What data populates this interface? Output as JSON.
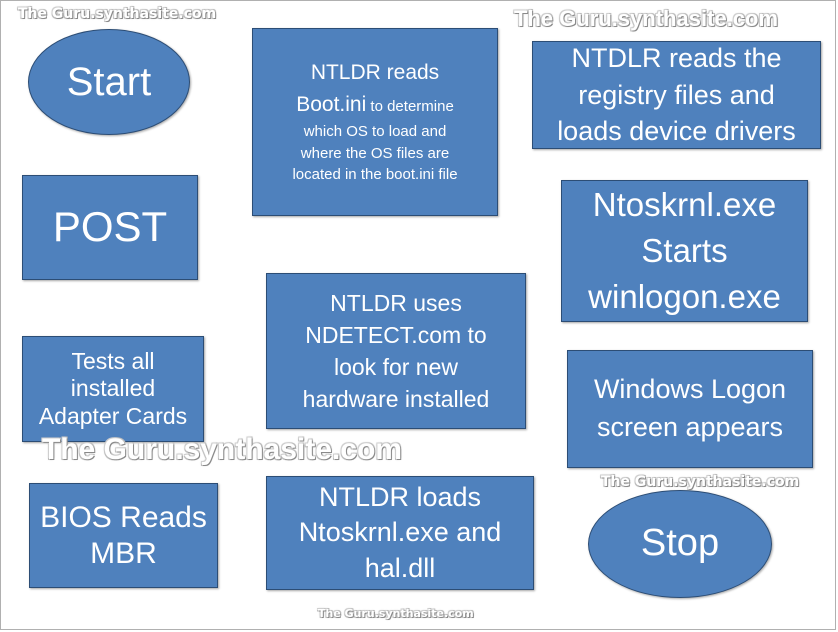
{
  "watermark": "The Guru.synthasite.com",
  "nodes": {
    "start": "Start",
    "post": "POST",
    "tests_adapter": [
      "Tests all",
      "installed",
      "Adapter Cards"
    ],
    "bios_reads": [
      "BIOS Reads",
      "MBR"
    ],
    "ntldr_reads_boot": {
      "line1": "NTLDR reads",
      "line2_big": "Boot.ini",
      "line2_rest": " to determine",
      "line3": "which OS to load and",
      "line4": "where the OS files are",
      "line5": "located in the boot.ini file"
    },
    "ntldr_ndetect": [
      "NTLDR uses",
      "NDETECT.com to",
      "look for new",
      "hardware installed"
    ],
    "ntldr_loads": [
      "NTLDR loads",
      "Ntoskrnl.exe and",
      "hal.dll"
    ],
    "ntdlr_registry": [
      "NTDLR reads the",
      "registry files and",
      "loads device drivers"
    ],
    "ntoskrnl_starts": [
      "Ntoskrnl.exe",
      "Starts",
      "winlogon.exe"
    ],
    "windows_logon": [
      "Windows Logon",
      "screen appears"
    ],
    "stop": "Stop"
  }
}
